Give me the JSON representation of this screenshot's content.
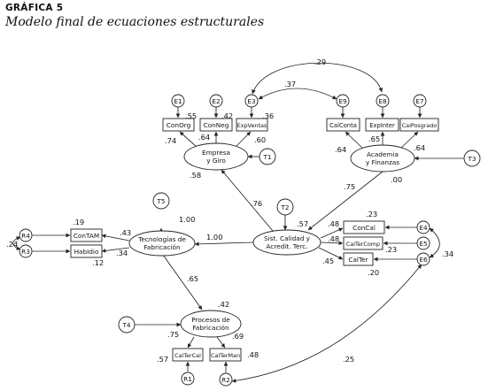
{
  "figure": {
    "label": "GRÁFICA 5",
    "title": "Modelo final de ecuaciones estructurales"
  },
  "observed": {
    "conorg": "ConOrg",
    "conneg": "ConNeg",
    "expventas": "ExpVentas",
    "calconta": "CalConta",
    "expinter": "ExpInter",
    "calposgrado": "CalPosgrado",
    "contam": "ConTAM",
    "habiidio": "HabIdio",
    "concal": "ConCal",
    "caltercomp": "CalTerComp",
    "calter": "CalTer",
    "caltercal": "CalTerCal",
    "calterman": "CalTerMan"
  },
  "latent": {
    "empresa": [
      "Empresa",
      "y Giro"
    ],
    "academia": [
      "Academia",
      "y Finanzas"
    ],
    "tecnologias": [
      "Tecnologías de",
      "Fabricación"
    ],
    "sist": [
      "Sist. Calidad y",
      "Acredit. Terc."
    ],
    "procesos": [
      "Procesos de",
      "Fabricación"
    ]
  },
  "errors": {
    "e1": "E1",
    "e2": "E2",
    "e3": "E3",
    "e4": "E4",
    "e5": "E5",
    "e6": "E6",
    "e7": "E7",
    "e8": "E8",
    "e9": "E9",
    "t1": "T1",
    "t2": "T2",
    "t3": "T3",
    "t4": "T4",
    "t5": "T5",
    "r1": "R1",
    "r2": "R2",
    "r3": "R3",
    "r4": "R4"
  },
  "coefficients": {
    "cov_e3_e8": ".29",
    "cov_e3_e9": ".37",
    "cov_r3_r4": ".24",
    "cov_e4_e6": ".34",
    "cov_e6_r2": ".25",
    "r2_conorg": ".55",
    "r2_conneg": ".42",
    "r2_expventas": ".36",
    "load_conorg": ".74",
    "load_conneg": ".64",
    "load_expventas": ".60",
    "r2_empresa": ".58",
    "load_calconta": ".64",
    "load_expinter": ".65",
    "load_calposgrado": ".64",
    "path_academia_sist": ".75",
    "r2_academia": ".00",
    "path_sist_empresa": ".76",
    "r2_sist": ".57",
    "r2_tecnologias": "1.00",
    "path_sist_tec": "1.00",
    "r2_contam": ".19",
    "load_contam": ".43",
    "load_habiidio": ".34",
    "r2_habiidio": ".12",
    "r2_concal": ".23",
    "load_concal": ".48",
    "load_caltercomp": ".48",
    "r2_caltercomp": ".23",
    "load_calter": ".45",
    "r2_calter": ".20",
    "path_tec_procesos": ".65",
    "r2_procesos": ".42",
    "load_caltercal": ".75",
    "load_calterman": ".69",
    "r2_caltercal": ".57",
    "r2_calterman": ".48"
  }
}
